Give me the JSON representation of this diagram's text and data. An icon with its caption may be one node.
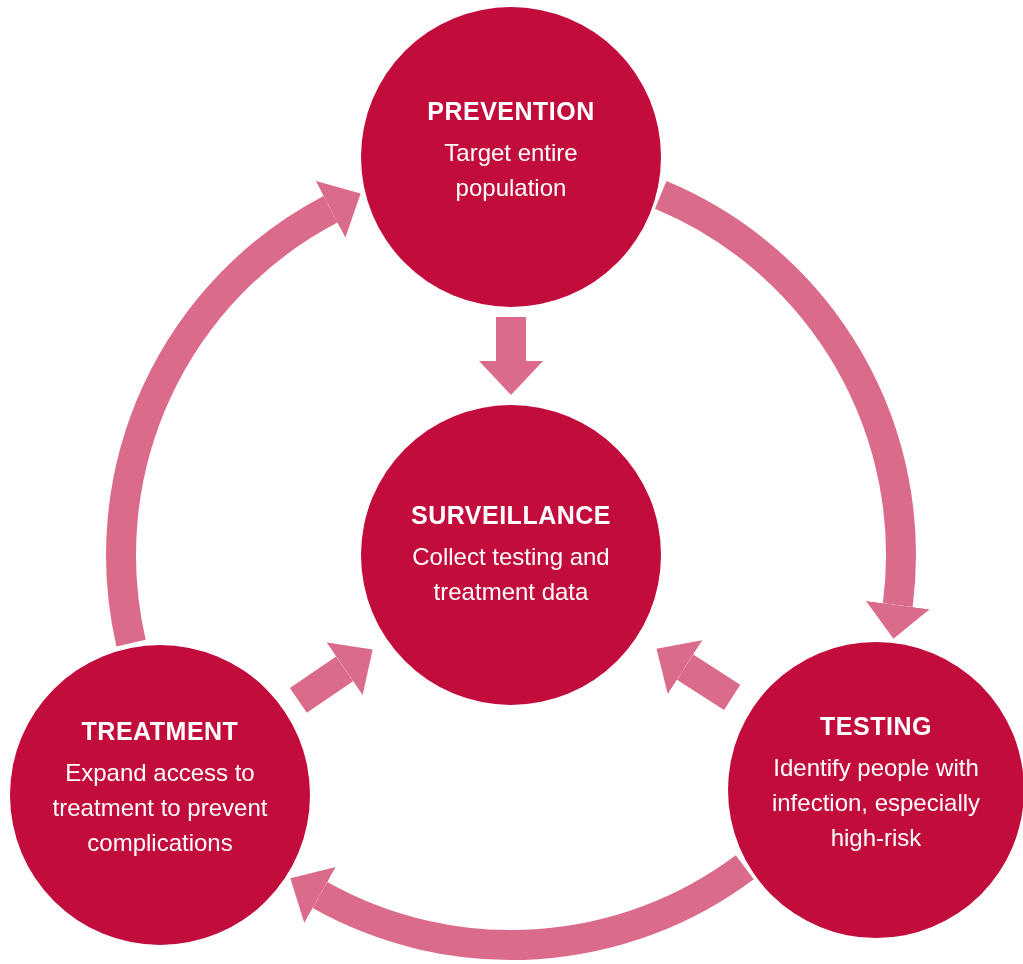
{
  "diagram": {
    "nodes": [
      {
        "text": [
          "PREVENTION",
          "Target entire population"
        ]
      },
      {
        "text": [
          "SURVEILLANCE",
          "Collect testing and treatment data"
        ]
      },
      {
        "text": [
          "TREATMENT",
          "Expand access to treatment to prevent complications"
        ]
      },
      {
        "text": [
          "TESTING",
          "Identify people with infection, especially high-risk"
        ]
      }
    ],
    "edges": [
      {
        "from": 0,
        "to": 3,
        "arrow": "to"
      },
      {
        "from": 3,
        "to": 2,
        "arrow": "to"
      },
      {
        "from": 2,
        "to": 0,
        "arrow": "to"
      },
      {
        "from": 0,
        "to": 1,
        "arrow": "to"
      },
      {
        "from": 2,
        "to": 1,
        "arrow": "to"
      },
      {
        "from": 3,
        "to": 1,
        "arrow": "to"
      }
    ]
  }
}
